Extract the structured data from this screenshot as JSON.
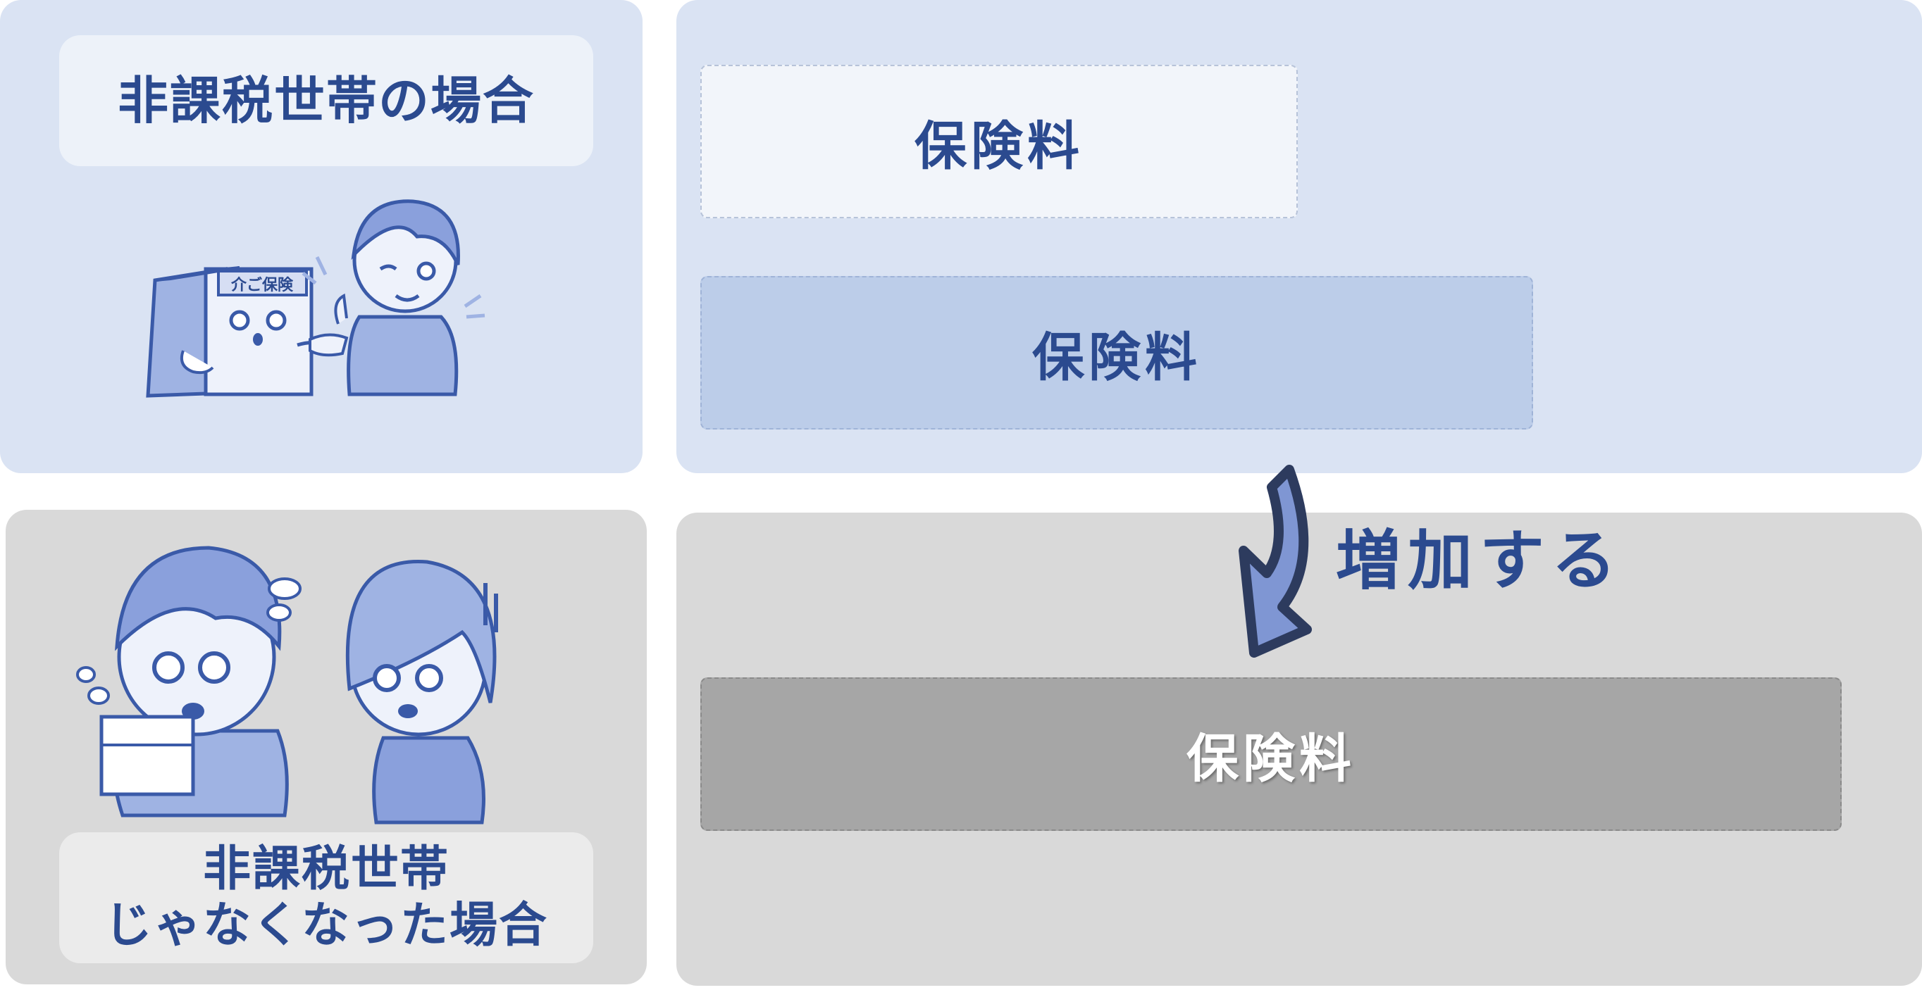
{
  "panels": {
    "top_left": {
      "label": "非課税世帯の場合",
      "illustration": {
        "box_sign": "介ご保険"
      }
    },
    "bottom_left": {
      "label": "非課税世帯\nじゃなくなった場合"
    }
  },
  "bars": [
    {
      "label": "保険料"
    },
    {
      "label": "保険料"
    },
    {
      "label": "保険料"
    }
  ],
  "arrow": {
    "label": "増加する",
    "icon": "down-arrow-icon"
  },
  "colors": {
    "panel_blue": "#dae3f3",
    "panel_gray": "#d9d9d9",
    "text_navy": "#2b4a8f",
    "bar_light": "#f2f5fa",
    "bar_mid": "#bccde9",
    "bar_gray": "#a6a6a6",
    "arrow_fill": "#7f96d3",
    "arrow_stroke": "#2d3b5e"
  }
}
